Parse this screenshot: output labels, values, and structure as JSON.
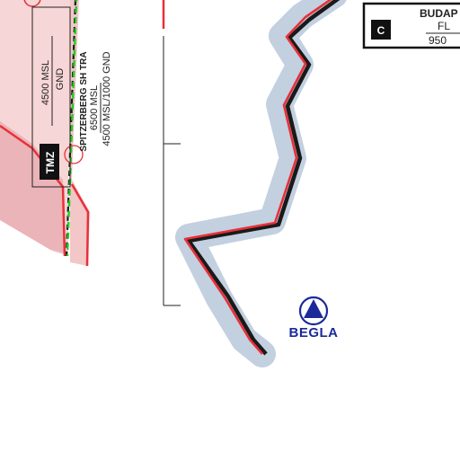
{
  "map": {
    "airspace_box_left": {
      "upper": "4500 MSL",
      "lower": "GND",
      "class_badge": "TMZ"
    },
    "tra": {
      "name": "SPITZERBERG SH TRA",
      "upper": "6500 MSL",
      "lower": "4500 MSL/1000 GND"
    },
    "waypoint": {
      "name": "BEGLA",
      "icon": "reporting-point-triangle-icon"
    },
    "airspace_box_right": {
      "class_badge": "C",
      "name_partial": "BUDAP",
      "line2_partial": "FL",
      "line3_partial": "950"
    },
    "colors": {
      "border_red": "#e8303a",
      "border_black": "#1a1a1a",
      "buffer_blue": "#c2d0e0",
      "zone_pink": "#f6d6d6",
      "zone_pink_dark": "#eab4b8",
      "tra_green": "#22cc22",
      "waypoint_blue": "#1a2a9a",
      "text_dark": "#222222"
    }
  }
}
